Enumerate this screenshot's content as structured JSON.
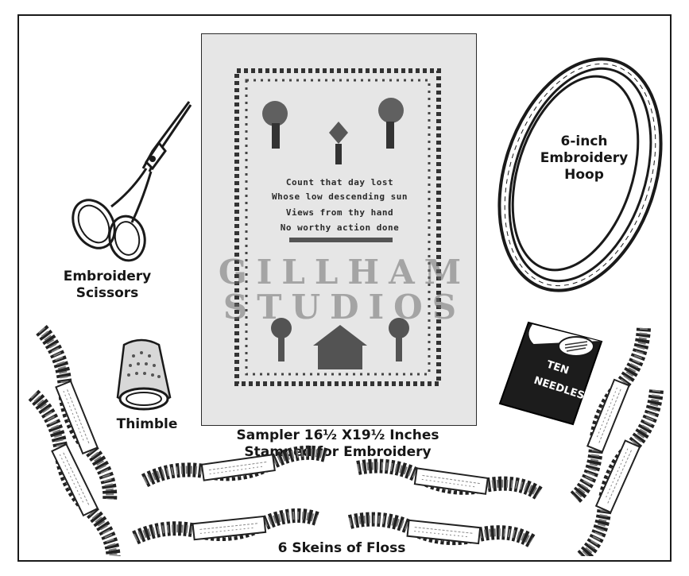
{
  "captions": {
    "scissors": [
      "Embroidery",
      "Scissors"
    ],
    "hoop": [
      "6-inch",
      "Embroidery",
      "Hoop"
    ],
    "thimble": "Thimble",
    "sampler": [
      "Sampler 16½ X19½ Inches",
      "Stamped for Embroidery"
    ],
    "floss": "6 Skeins of Floss"
  },
  "sampler_verse": [
    "Count that day lost",
    "Whose low descending sun",
    "Views from thy hand",
    "No worthy action done"
  ],
  "needles_packet": [
    "TEN",
    "NEEDLES"
  ],
  "watermark": [
    "GILLHAM",
    "STUDIOS"
  ],
  "icons": [
    "scissors-icon",
    "hoop-icon",
    "thimble-icon",
    "needle-packet-icon",
    "floss-skein-icon",
    "sampler-icon"
  ]
}
